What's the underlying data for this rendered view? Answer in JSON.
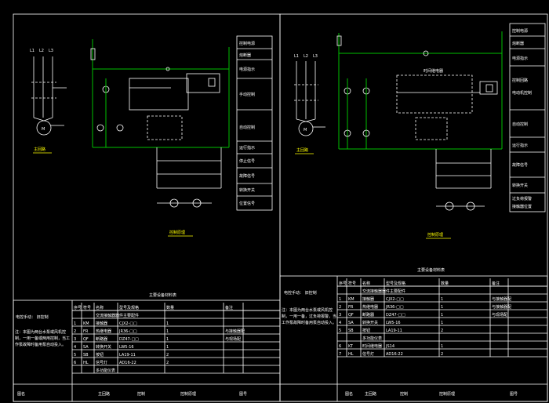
{
  "sheet_left": {
    "panel_labels": [
      "控制电源",
      "熔断器",
      "电源指示",
      "手动控制",
      "自动控制",
      "运行指示",
      "停止信号",
      "故障信号",
      "转换开关",
      "位置信号"
    ],
    "bus_labels": [
      "L1",
      "L2",
      "L3"
    ],
    "main_circuit_label": "主回路",
    "control_circuit_label": "控制原理",
    "table_title": "主要设备材料表",
    "note_title": "电控手动：  旧控制",
    "notes": "注：本图为两台水泵或风机控制，一用一备或两用控制，当工作泵故障时备用泵自动投入。",
    "table_headers": [
      "序号",
      "符号",
      "名称",
      "型号及规格",
      "数量",
      "备注"
    ],
    "table_rows": [
      [
        "",
        "",
        "交流接触器器件主要配件",
        "",
        "",
        ""
      ],
      [
        "1",
        "KM",
        "接触器",
        "CJX2-□□",
        "1",
        ""
      ],
      [
        "2",
        "FR",
        "热继电器",
        "JR36-□□",
        "1",
        "与接触器配"
      ],
      [
        "3",
        "QF",
        "断路器",
        "DZ47-□□",
        "1",
        "与现场配"
      ],
      [
        "4",
        "SA",
        "转换开关",
        "LW5-16",
        "1",
        ""
      ],
      [
        "5",
        "SB",
        "按钮",
        "LA19-11",
        "2",
        ""
      ],
      [
        "6",
        "HL",
        "信号灯",
        "AD16-22",
        "2",
        ""
      ],
      [
        "",
        "",
        "多功能仪表",
        "",
        "",
        ""
      ]
    ],
    "footer": [
      "图名",
      "主回路",
      "控制",
      "控制原理",
      "图号"
    ]
  },
  "sheet_right": {
    "panel_labels": [
      "控制电源",
      "熔断器",
      "电源指示",
      "控制回路",
      "电动机控制",
      "自动控制",
      "运行指示",
      "故障信号",
      "转换开关",
      "过负荷报警",
      "接触器位置"
    ],
    "bus_labels": [
      "L1",
      "L2",
      "L3"
    ],
    "main_circuit_label": "主回路",
    "control_circuit_label": "控制原理",
    "table_title": "主要设备材料表",
    "note_title": "电控手动：  旧控制",
    "notes": "注：本图为两台水泵或风机控制，一用一备，过负荷报警，当工作泵故障时备用泵自动投入。",
    "table_headers": [
      "序号",
      "符号",
      "名称",
      "型号及规格",
      "数量",
      "备注"
    ],
    "table_rows": [
      [
        "",
        "",
        "交流接触器器件主要配件",
        "",
        "",
        ""
      ],
      [
        "1",
        "KM",
        "接触器",
        "CJX2-□□",
        "1",
        "与接触器配"
      ],
      [
        "2",
        "FR",
        "热继电器",
        "JR36-□□",
        "1",
        "与接触器配"
      ],
      [
        "3",
        "QF",
        "断路器",
        "DZ47-□□",
        "1",
        "与现场配"
      ],
      [
        "4",
        "SA",
        "转换开关",
        "LW5-16",
        "1",
        ""
      ],
      [
        "5",
        "SB",
        "按钮",
        "LA19-11",
        "2",
        ""
      ],
      [
        "",
        "",
        "多功能仪表",
        "",
        "",
        ""
      ],
      [
        "6",
        "KT",
        "时间继电器",
        "JS14",
        "1",
        ""
      ],
      [
        "7",
        "HL",
        "信号灯",
        "AD16-22",
        "2",
        ""
      ]
    ],
    "footer": [
      "图名",
      "主回路",
      "控制",
      "控制原理",
      "图号"
    ]
  }
}
